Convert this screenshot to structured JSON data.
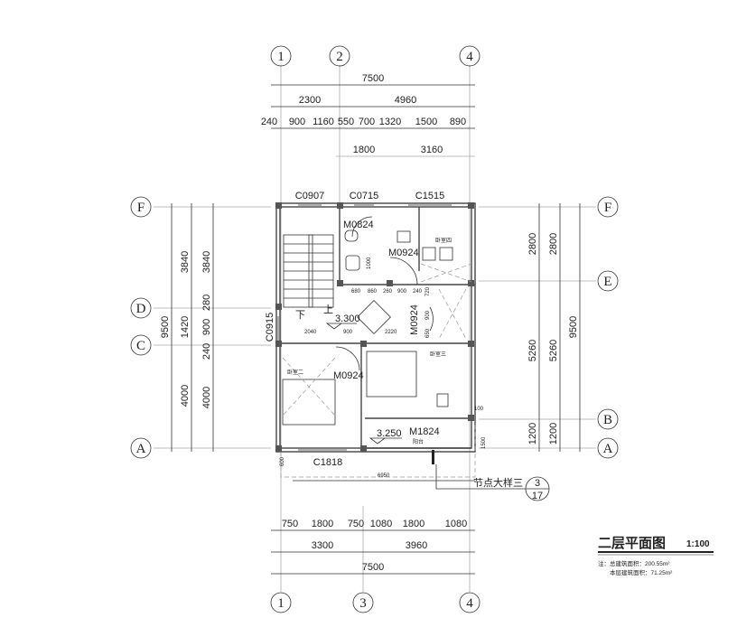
{
  "axes": {
    "top": [
      "1",
      "2",
      "4"
    ],
    "bottom": [
      "1",
      "3",
      "4"
    ],
    "left": [
      "F",
      "D",
      "C",
      "A"
    ],
    "right": [
      "F",
      "E",
      "B",
      "A"
    ]
  },
  "top_dims": {
    "total": "7500",
    "row2": [
      "2300",
      "4960"
    ],
    "row3": [
      "240",
      "900",
      "1160",
      "550",
      "700",
      "1320",
      "1500",
      "890"
    ],
    "row4": [
      "1800",
      "3160"
    ]
  },
  "bottom_dims": {
    "row1": [
      "750",
      "1800",
      "750",
      "1080",
      "1800",
      "1080"
    ],
    "row2": [
      "3300",
      "3960"
    ],
    "total": "7500"
  },
  "left_dims": {
    "total": "9500",
    "col1": [
      "3840",
      "1420",
      "4000"
    ],
    "col2": [
      "3840",
      "240",
      "900",
      "280",
      "4000"
    ]
  },
  "right_dims": {
    "col1": [
      "2800",
      "5260",
      "1200"
    ],
    "col2": [
      "2800",
      "5260",
      "1200"
    ],
    "total": "9500"
  },
  "windows": [
    "C0907",
    "C0715",
    "C1515",
    "C0915",
    "C1818"
  ],
  "doors": [
    "M0824",
    "M0924",
    "M0924",
    "M0924",
    "M1824"
  ],
  "rooms": [
    "卧室四",
    "卧室二",
    "卧室三",
    "阳台"
  ],
  "stair": {
    "down": "下",
    "up": "上"
  },
  "levels": [
    "3.300",
    "3.250"
  ],
  "inner_dims": [
    "680",
    "860",
    "260",
    "900",
    "240",
    "2040",
    "900",
    "2220",
    "720",
    "900",
    "650",
    "1000",
    "100",
    "600",
    "1500",
    "6950"
  ],
  "detail": {
    "label": "节点大样三",
    "number": "3",
    "sheet": "17"
  },
  "title": {
    "name": "二层平面图",
    "scale": "1:100",
    "note1": "注：总建筑面积：200.55m²",
    "note2": "本层建筑面积：71.25m²"
  }
}
